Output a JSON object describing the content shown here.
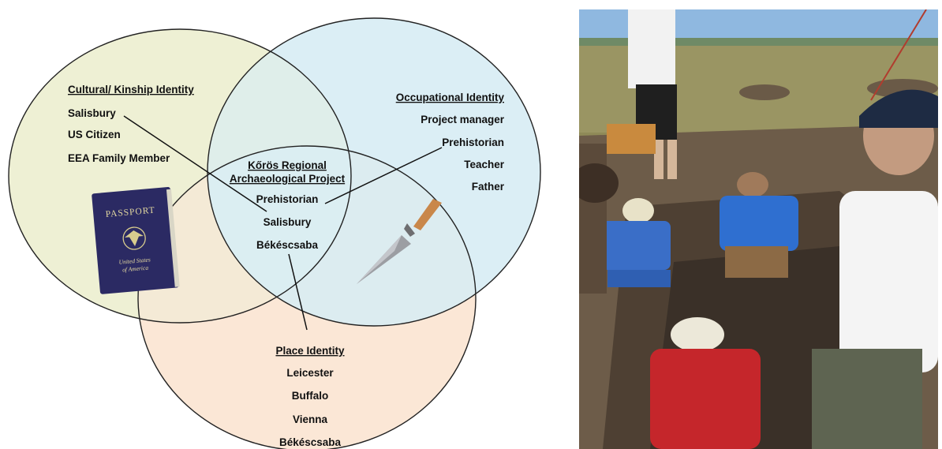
{
  "venn": {
    "cultural": {
      "title": "Cultural/ Kinship Identity",
      "items": [
        "Salisbury",
        "US Citizen",
        "EEA Family Member"
      ]
    },
    "occupational": {
      "title": "Occupational Identity",
      "items": [
        "Project manager",
        "Prehistorian",
        "Teacher",
        "Father"
      ]
    },
    "place": {
      "title": "Place Identity",
      "items": [
        "Leicester",
        "Buffalo",
        "Vienna",
        "Békéscsaba"
      ]
    },
    "center": {
      "title_line1": "Kőrös Regional",
      "title_line2": "Archaeological Project",
      "items": [
        "Prehistorian",
        "Salisbury",
        "Békéscsaba"
      ]
    },
    "passport": {
      "title": "PASSPORT",
      "line1": "United States",
      "line2": "of America"
    },
    "colors": {
      "cultural_fill": "#eef0d4",
      "occupational_fill": "#dbeef5",
      "place_fill": "#fbe7d6",
      "overlap_fill": "#dfeff0",
      "passport": "#2b2a63"
    },
    "icons": [
      "passport-icon",
      "trowel-icon"
    ]
  },
  "photo": {
    "subject": "excavation-trench-photo",
    "colors": {
      "sky": "#8fb8e0",
      "field": "#8b8a5c",
      "soil": "#6b5a48"
    }
  }
}
